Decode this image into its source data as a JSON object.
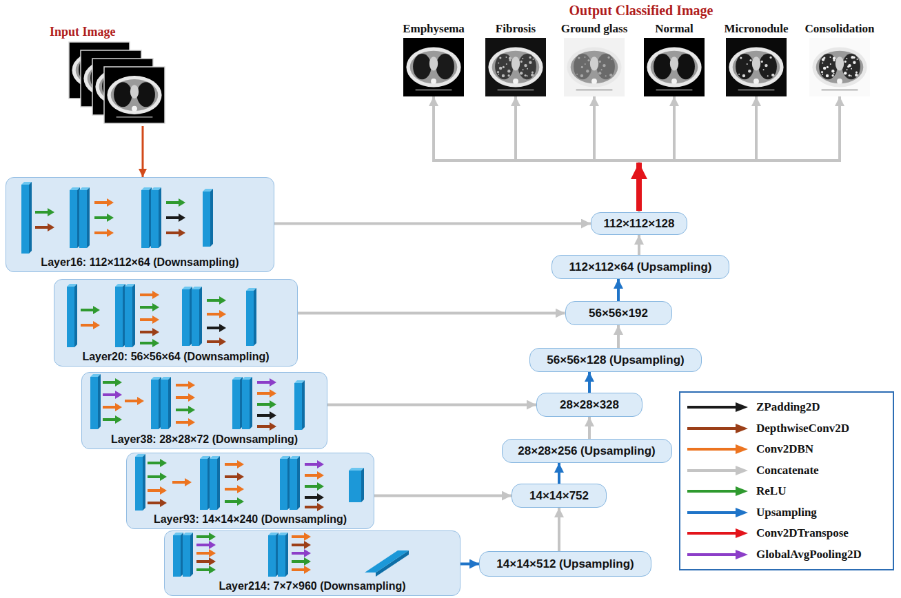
{
  "diagram": {
    "title": "Output Classified Image",
    "nodes": [
      {
        "text": [
          "Input Image"
        ]
      },
      {
        "text": [
          "Emphysema"
        ]
      },
      {
        "text": [
          "Fibrosis"
        ]
      },
      {
        "text": [
          "Ground glass"
        ]
      },
      {
        "text": [
          "Normal"
        ]
      },
      {
        "text": [
          "Micronodule"
        ]
      },
      {
        "text": [
          "Consolidation"
        ]
      },
      {
        "text": [
          "Layer16: 112×112×64 (Downsampling)"
        ]
      },
      {
        "text": [
          "112×112×128"
        ]
      },
      {
        "text": [
          "112×112×64 (Upsampling)"
        ]
      },
      {
        "text": [
          "Layer20: 56×56×64 (Downsampling)"
        ]
      },
      {
        "text": [
          "56×56×192"
        ]
      },
      {
        "text": [
          "56×56×128 (Upsampling)"
        ]
      },
      {
        "text": [
          "Layer38: 28×28×72 (Downsampling)"
        ]
      },
      {
        "text": [
          "28×28×328"
        ]
      },
      {
        "text": [
          "28×28×256 (Upsampling)"
        ]
      },
      {
        "text": [
          "Layer93: 14×14×240 (Downsampling)"
        ]
      },
      {
        "text": [
          "14×14×752"
        ]
      },
      {
        "text": [
          "Layer214: 7×7×960 (Downsampling)"
        ]
      },
      {
        "text": [
          "14×14×512 (Upsampling)"
        ]
      }
    ],
    "edges": [
      {
        "from": 0,
        "to": 7,
        "arrow": "to"
      },
      {
        "from": 7,
        "to": 8,
        "arrow": "to"
      },
      {
        "from": 10,
        "to": 11,
        "arrow": "to"
      },
      {
        "from": 13,
        "to": 14,
        "arrow": "to"
      },
      {
        "from": 16,
        "to": 17,
        "arrow": "to"
      },
      {
        "from": 18,
        "to": 19,
        "arrow": "to"
      },
      {
        "from": 19,
        "to": 17,
        "arrow": "to"
      },
      {
        "from": 17,
        "to": 15,
        "arrow": "to"
      },
      {
        "from": 15,
        "to": 14,
        "arrow": "to"
      },
      {
        "from": 14,
        "to": 12,
        "arrow": "to"
      },
      {
        "from": 12,
        "to": 11,
        "arrow": "to"
      },
      {
        "from": 11,
        "to": 9,
        "arrow": "to"
      },
      {
        "from": 9,
        "to": 8,
        "arrow": "to"
      },
      {
        "from": 8,
        "to": 1,
        "arrow": "to"
      },
      {
        "from": 8,
        "to": 2,
        "arrow": "to"
      },
      {
        "from": 8,
        "to": 3,
        "arrow": "to"
      },
      {
        "from": 8,
        "to": 4,
        "arrow": "to"
      },
      {
        "from": 8,
        "to": 5,
        "arrow": "to"
      },
      {
        "from": 8,
        "to": 6,
        "arrow": "to"
      }
    ],
    "legend": [
      {
        "text": "ZPadding2D"
      },
      {
        "text": "DepthwiseConv2D"
      },
      {
        "text": "Conv2DBN"
      },
      {
        "text": "Concatenate"
      },
      {
        "text": "ReLU"
      },
      {
        "text": "Upsampling"
      },
      {
        "text": "Conv2DTranspose"
      },
      {
        "text": "GlobalAvgPooling2D"
      }
    ]
  }
}
